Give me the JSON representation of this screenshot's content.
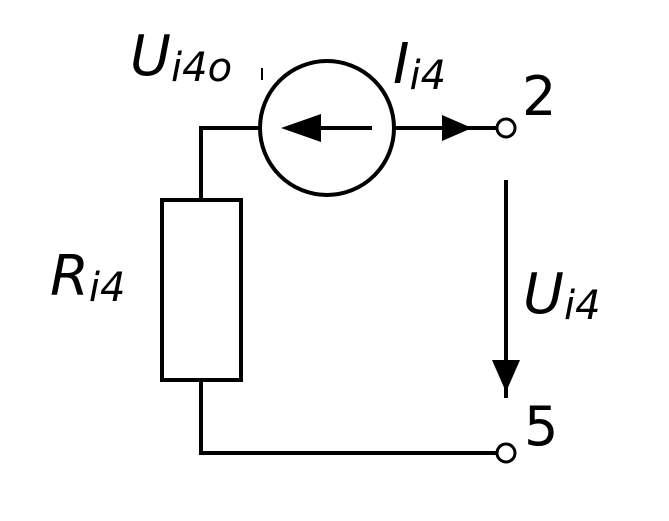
{
  "labels": {
    "source_voltage": {
      "main": "U",
      "sub": "i4o"
    },
    "source_current": {
      "main": "I",
      "sub": "i4"
    },
    "resistor": {
      "main": "R",
      "sub": "i4"
    },
    "terminal_voltage": {
      "main": "U",
      "sub": "i4"
    }
  },
  "terminals": {
    "top": "2",
    "bottom": "5"
  },
  "colors": {
    "stroke": "#000000",
    "background": "#ffffff"
  }
}
